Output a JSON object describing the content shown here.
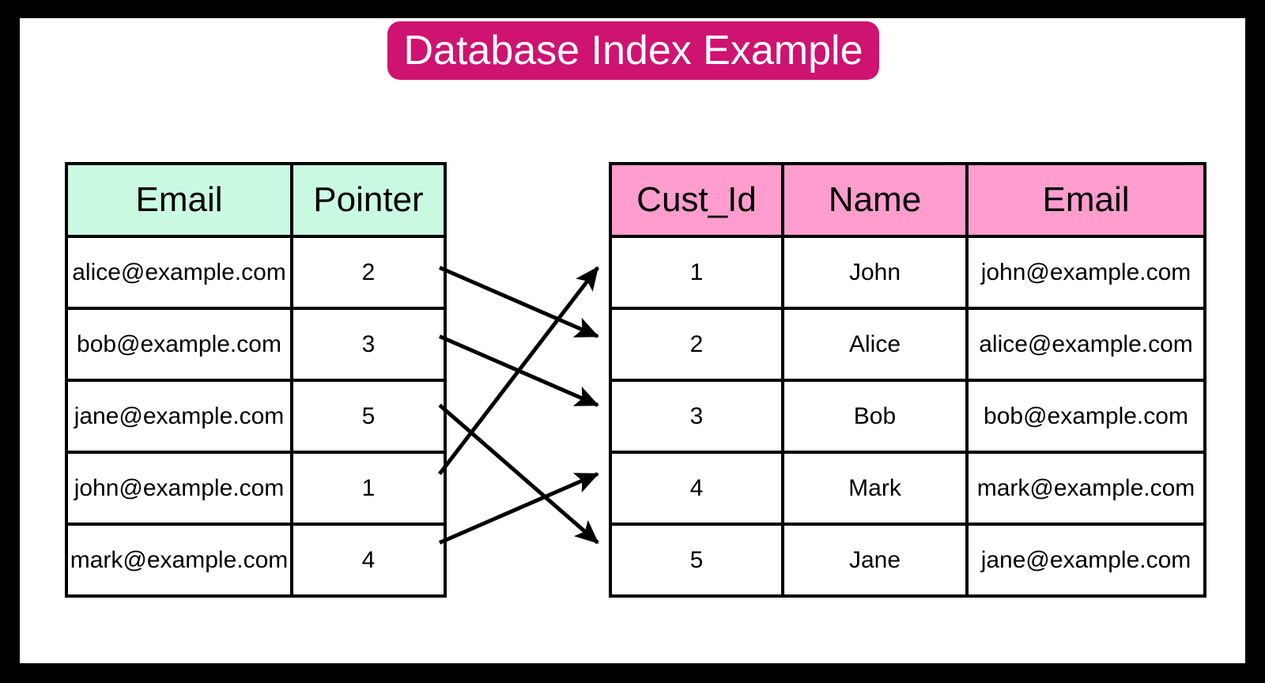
{
  "title": "Database Index Example",
  "colors": {
    "banner": "#CE1370",
    "index_header": "#CBFAE3",
    "customer_header": "#FF9ECE",
    "border": "#000000",
    "background": "#FFFFFF",
    "frame": "#000000",
    "title_text": "#FFFFFF"
  },
  "index_table": {
    "columns": [
      "Email",
      "Pointer"
    ],
    "rows": [
      [
        "alice@example.com",
        "2"
      ],
      [
        "bob@example.com",
        "3"
      ],
      [
        "jane@example.com",
        "5"
      ],
      [
        "john@example.com",
        "1"
      ],
      [
        "mark@example.com",
        "4"
      ]
    ]
  },
  "customer_table": {
    "columns": [
      "Cust_Id",
      "Name",
      "Email"
    ],
    "rows": [
      [
        "1",
        "John",
        "john@example.com"
      ],
      [
        "2",
        "Alice",
        "alice@example.com"
      ],
      [
        "3",
        "Bob",
        "bob@example.com"
      ],
      [
        "4",
        "Mark",
        "mark@example.com"
      ],
      [
        "5",
        "Jane",
        "jane@example.com"
      ]
    ]
  },
  "arrows": [
    {
      "from_row": 0,
      "to_row": 1,
      "pointer": "2"
    },
    {
      "from_row": 1,
      "to_row": 2,
      "pointer": "3"
    },
    {
      "from_row": 2,
      "to_row": 4,
      "pointer": "5"
    },
    {
      "from_row": 3,
      "to_row": 0,
      "pointer": "1"
    },
    {
      "from_row": 4,
      "to_row": 3,
      "pointer": "4"
    }
  ]
}
